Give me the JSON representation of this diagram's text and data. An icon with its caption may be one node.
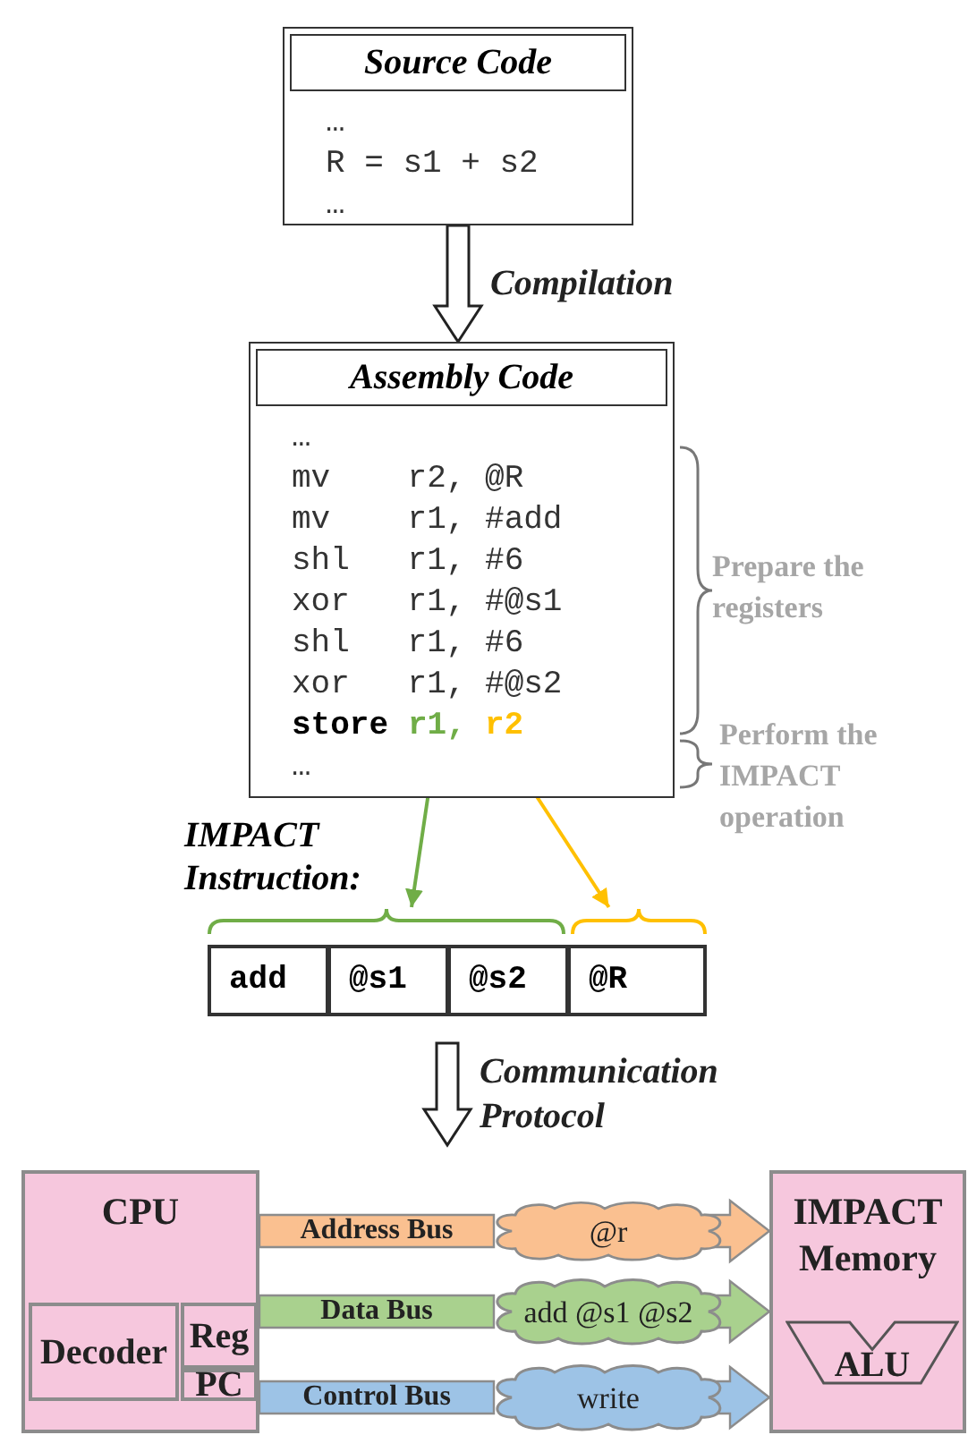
{
  "diagram": {
    "nodes": [
      {
        "text": [
          "Source Code",
          "…",
          "R = s1 + s2",
          "…"
        ]
      },
      {
        "text": [
          "Assembly Code",
          "…",
          "mv    r2, @R",
          "mv    r1, #add",
          "shl   r1, #6",
          "xor   r1, #@s1",
          "shl   r1, #6",
          "xor   r1, #@s2",
          "store",
          "…"
        ]
      },
      {
        "text": [
          "r1,"
        ],
        "in": 1
      },
      {
        "text": [
          "r2"
        ],
        "in": 1
      },
      {
        "text": [
          "IMPACT Instruction:"
        ]
      },
      {
        "text": [],
        "shape": "brace",
        "in": 4
      },
      {
        "text": [],
        "shape": "brace",
        "in": 4
      },
      {
        "text": [
          "add"
        ],
        "in": 4
      },
      {
        "text": [
          "@s1"
        ],
        "in": 4
      },
      {
        "text": [
          "@s2"
        ],
        "in": 4
      },
      {
        "text": [
          "@R"
        ],
        "in": 4
      },
      {
        "text": [
          "CPU"
        ]
      },
      {
        "text": [
          "Decoder"
        ],
        "in": 11
      },
      {
        "text": [
          "Reg"
        ],
        "in": 11
      },
      {
        "text": [
          "PC"
        ],
        "in": 11
      },
      {
        "text": [
          "@r"
        ]
      },
      {
        "text": [
          "add @s1 @s2"
        ]
      },
      {
        "text": [
          "write"
        ]
      },
      {
        "text": [
          "IMPACT Memory"
        ]
      },
      {
        "text": [
          "ALU"
        ],
        "in": 18
      }
    ],
    "edges": [
      {
        "from": 0,
        "to": 1,
        "arrow": "to",
        "label": "Compilation"
      },
      {
        "from": 2,
        "to": 5,
        "arrow": "to",
        "color": "#70ad47"
      },
      {
        "from": 3,
        "to": 6,
        "arrow": "to",
        "color": "#ffc000"
      },
      {
        "from": 4,
        "to": null,
        "arrow": "to",
        "label": "Communication Protocol"
      },
      {
        "from": 11,
        "to": 15,
        "arrow": "none",
        "label": "Address Bus",
        "style": "thick",
        "color": "#fac090"
      },
      {
        "from": 15,
        "to": 18,
        "arrow": "to",
        "style": "thick",
        "color": "#fac090"
      },
      {
        "from": 11,
        "to": 16,
        "arrow": "none",
        "label": "Data Bus",
        "style": "thick",
        "color": "#a9d18e"
      },
      {
        "from": 16,
        "to": 18,
        "arrow": "to",
        "style": "thick",
        "color": "#a9d18e"
      },
      {
        "from": 11,
        "to": 17,
        "arrow": "none",
        "label": "Control Bus",
        "style": "thick",
        "color": "#9dc3e6"
      },
      {
        "from": 17,
        "to": 18,
        "arrow": "to",
        "style": "thick",
        "color": "#9dc3e6"
      }
    ],
    "labels": [
      "Prepare the registers",
      "Perform the IMPACT operation"
    ]
  }
}
